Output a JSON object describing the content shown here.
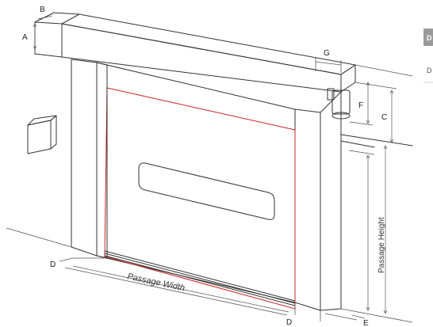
{
  "labels": {
    "A": "A",
    "B": "B",
    "C": "C",
    "D": "D",
    "D2": "D",
    "E": "E",
    "F": "F",
    "G": "G",
    "passage_width": "Passage Width",
    "passage_height": "Passage Height"
  },
  "side_tabs": [
    "D",
    "D"
  ],
  "colors": {
    "curtain_outline": "#cc2222",
    "line": "#333333",
    "tab_bg": "#9a9a9a"
  }
}
